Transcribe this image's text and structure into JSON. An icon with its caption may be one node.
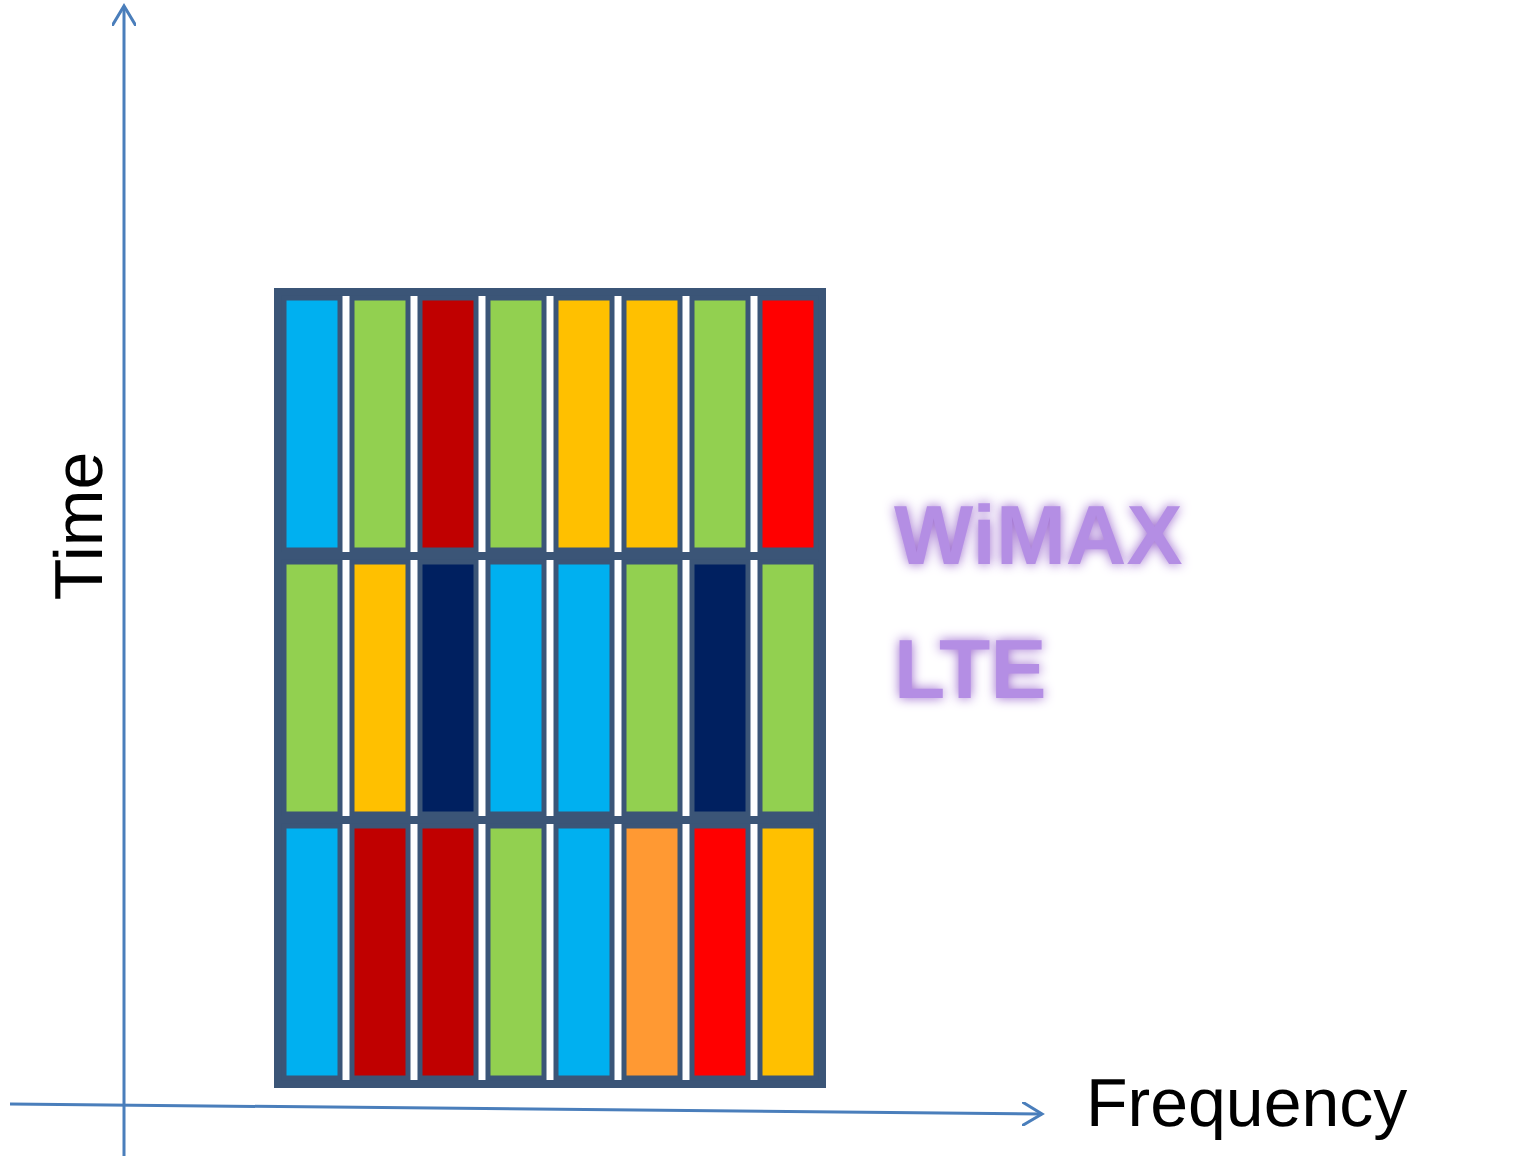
{
  "diagram": {
    "labels": [
      "Time",
      "Frequency",
      "WiMAX",
      "LTE"
    ]
  }
}
